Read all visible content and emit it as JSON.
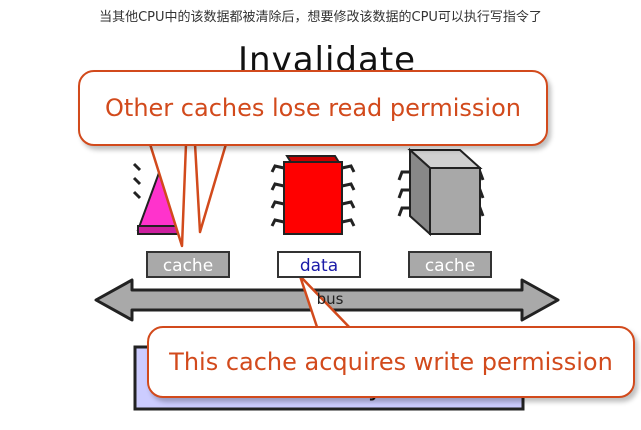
{
  "caption": "当其他CPU中的该数据都被清除后，想要修改该数据的CPU可以执行写指令了",
  "title": "Invalidate",
  "caches": [
    {
      "label": "cache"
    },
    {
      "label": "data"
    },
    {
      "label": "cache"
    }
  ],
  "bus_label": "bus",
  "memory_label": "memory",
  "callouts": {
    "top": "Other caches lose read permission",
    "bottom": "This cache acquires write permission"
  },
  "colors": {
    "callout": "#d24a1c",
    "cpu_left": "#ff33cc",
    "cpu_middle": "#ff0000",
    "cpu_right": "#a8a8a8",
    "bus": "#a9a9a9",
    "memory": "#ccccff",
    "data_text": "#1a1aa8"
  }
}
